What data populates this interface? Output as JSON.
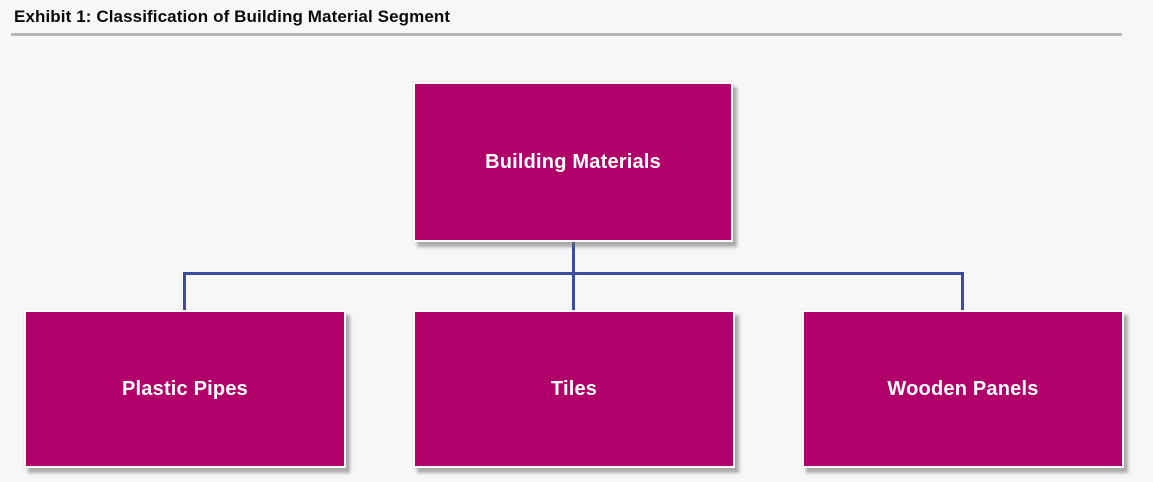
{
  "header": {
    "title": "Exhibit 1: Classification of Building Material Segment"
  },
  "diagram": {
    "type": "hierarchy-tree",
    "root": {
      "label": "Building Materials"
    },
    "children": [
      {
        "label": "Plastic Pipes"
      },
      {
        "label": "Tiles"
      },
      {
        "label": "Wooden Panels"
      }
    ],
    "colors": {
      "node_fill": "#B1006A",
      "node_text": "#FFFFFF",
      "connector": "#3C4C9E",
      "page_bg": "#F7F7F7",
      "rule_color": "#B6B6B6",
      "title_color": "#0A0A0A"
    }
  }
}
